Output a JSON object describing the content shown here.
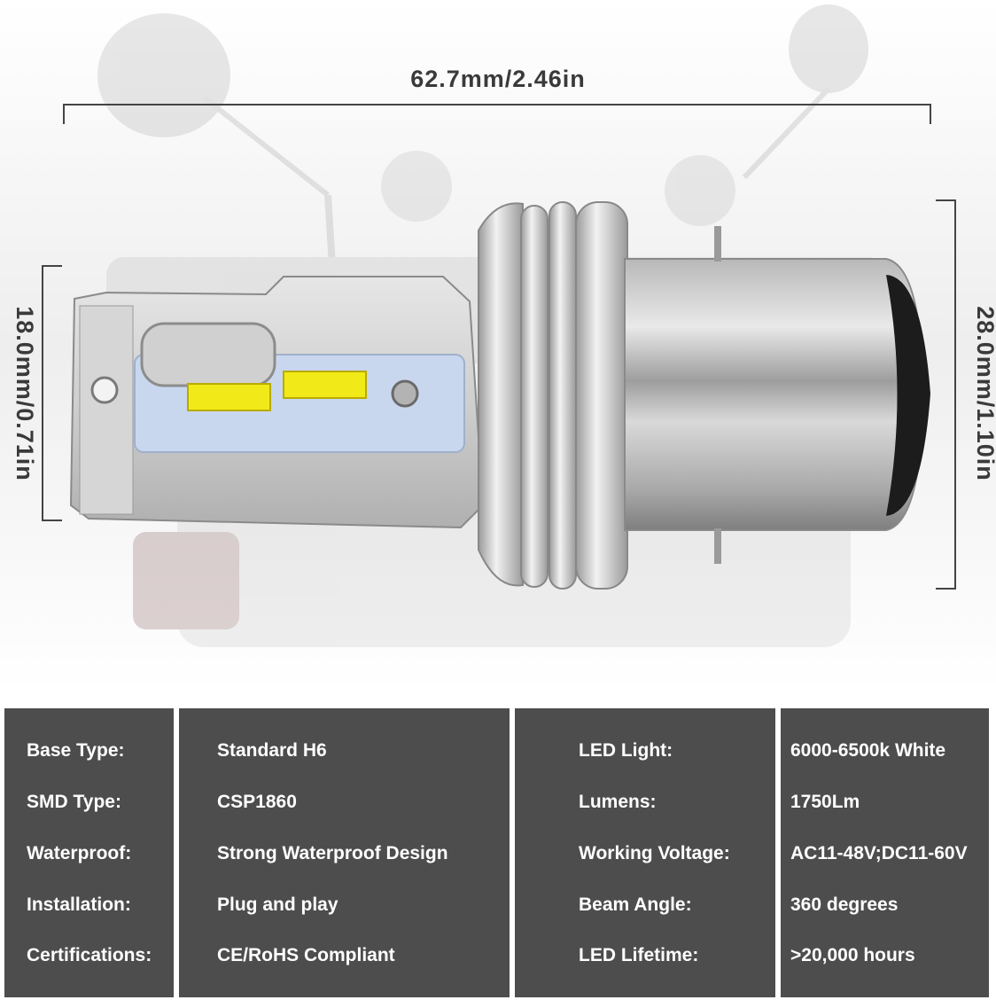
{
  "dimensions": {
    "width": "62.7mm/2.46in",
    "chip_height": "18.0mm/0.71in",
    "base_diameter": "28.0mm/1.10in"
  },
  "specs": {
    "left": [
      {
        "label": "Base Type:",
        "value": "Standard H6"
      },
      {
        "label": "SMD Type:",
        "value": "CSP1860"
      },
      {
        "label": "Waterproof:",
        "value": "Strong Waterproof Design"
      },
      {
        "label": "Installation:",
        "value": "Plug and play"
      },
      {
        "label": "Certifications:",
        "value": "CE/RoHS Compliant"
      }
    ],
    "right": [
      {
        "label": "LED Light:",
        "value": "6000-6500k White"
      },
      {
        "label": "Lumens:",
        "value": "1750Lm"
      },
      {
        "label": "Working Voltage:",
        "value": "AC11-48V;DC11-60V"
      },
      {
        "label": "Beam Angle:",
        "value": "360 degrees"
      },
      {
        "label": "LED Lifetime:",
        "value": ">20,000 hours"
      }
    ]
  },
  "colors": {
    "table_bg": "#4d4d4d",
    "led_chip": "#f2ea18",
    "pcb": "#c9d7ee",
    "dimension_text": "#3a3a3a"
  }
}
